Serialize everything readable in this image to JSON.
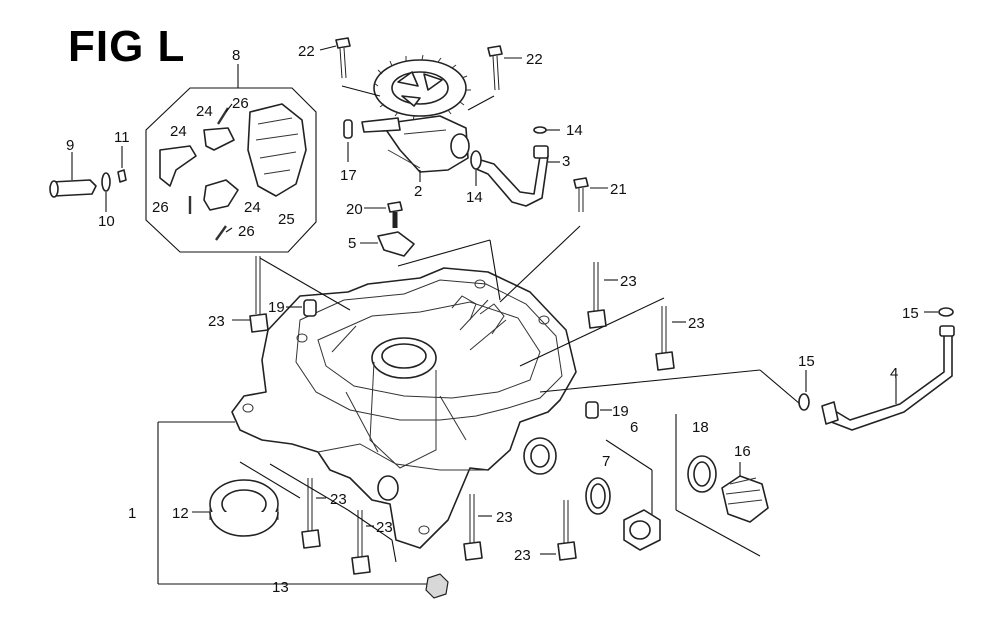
{
  "figure": {
    "title": "FIG L"
  },
  "labels": [
    {
      "text": "1"
    },
    {
      "text": "2"
    },
    {
      "text": "3"
    },
    {
      "text": "4"
    },
    {
      "text": "5"
    },
    {
      "text": "6"
    },
    {
      "text": "7"
    },
    {
      "text": "8"
    },
    {
      "text": "9"
    },
    {
      "text": "10"
    },
    {
      "text": "11"
    },
    {
      "text": "12"
    },
    {
      "text": "13"
    },
    {
      "text": "14"
    },
    {
      "text": "14"
    },
    {
      "text": "15"
    },
    {
      "text": "15"
    },
    {
      "text": "16"
    },
    {
      "text": "17"
    },
    {
      "text": "18"
    },
    {
      "text": "19"
    },
    {
      "text": "19"
    },
    {
      "text": "20"
    },
    {
      "text": "21"
    },
    {
      "text": "22"
    },
    {
      "text": "22"
    },
    {
      "text": "23"
    },
    {
      "text": "23"
    },
    {
      "text": "23"
    },
    {
      "text": "23"
    },
    {
      "text": "23"
    },
    {
      "text": "23"
    },
    {
      "text": "23"
    },
    {
      "text": "24"
    },
    {
      "text": "24"
    },
    {
      "text": "24"
    },
    {
      "text": "25"
    },
    {
      "text": "26"
    },
    {
      "text": "26"
    },
    {
      "text": "26"
    }
  ]
}
